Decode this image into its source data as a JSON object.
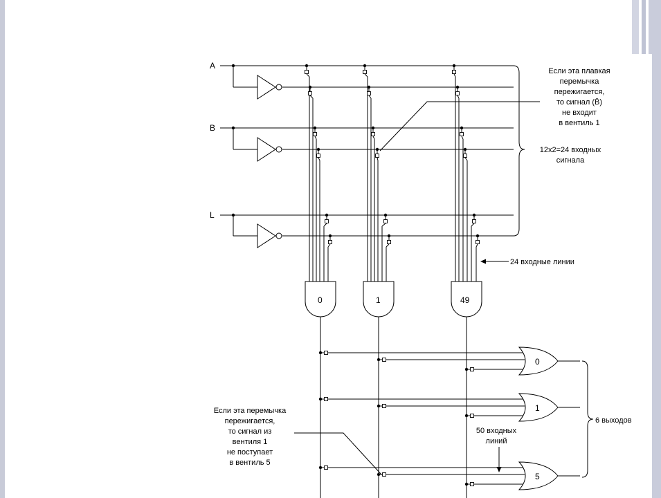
{
  "signals": {
    "a": "A",
    "b": "B",
    "l": "L"
  },
  "and_gates": [
    "0",
    "1",
    "49"
  ],
  "or_gates": [
    "0",
    "1",
    "5"
  ],
  "annotation_top": [
    "Если эта плавкая",
    "перемычка",
    "пережигается,",
    "то сигнал (B̄)",
    "не входит",
    "в вентиль 1"
  ],
  "inputs_label": [
    "12x2=24 входных",
    "сигнала"
  ],
  "input_lines_label": "24 входные линии",
  "annotation_bottom": [
    "Если эта перемычка",
    "пережигается,",
    "то сигнал из",
    "вентиля 1",
    "не поступает",
    "в вентиль 5"
  ],
  "or_inputs_label": [
    "50 входных",
    "линий"
  ],
  "outputs_label": "6 выходов"
}
